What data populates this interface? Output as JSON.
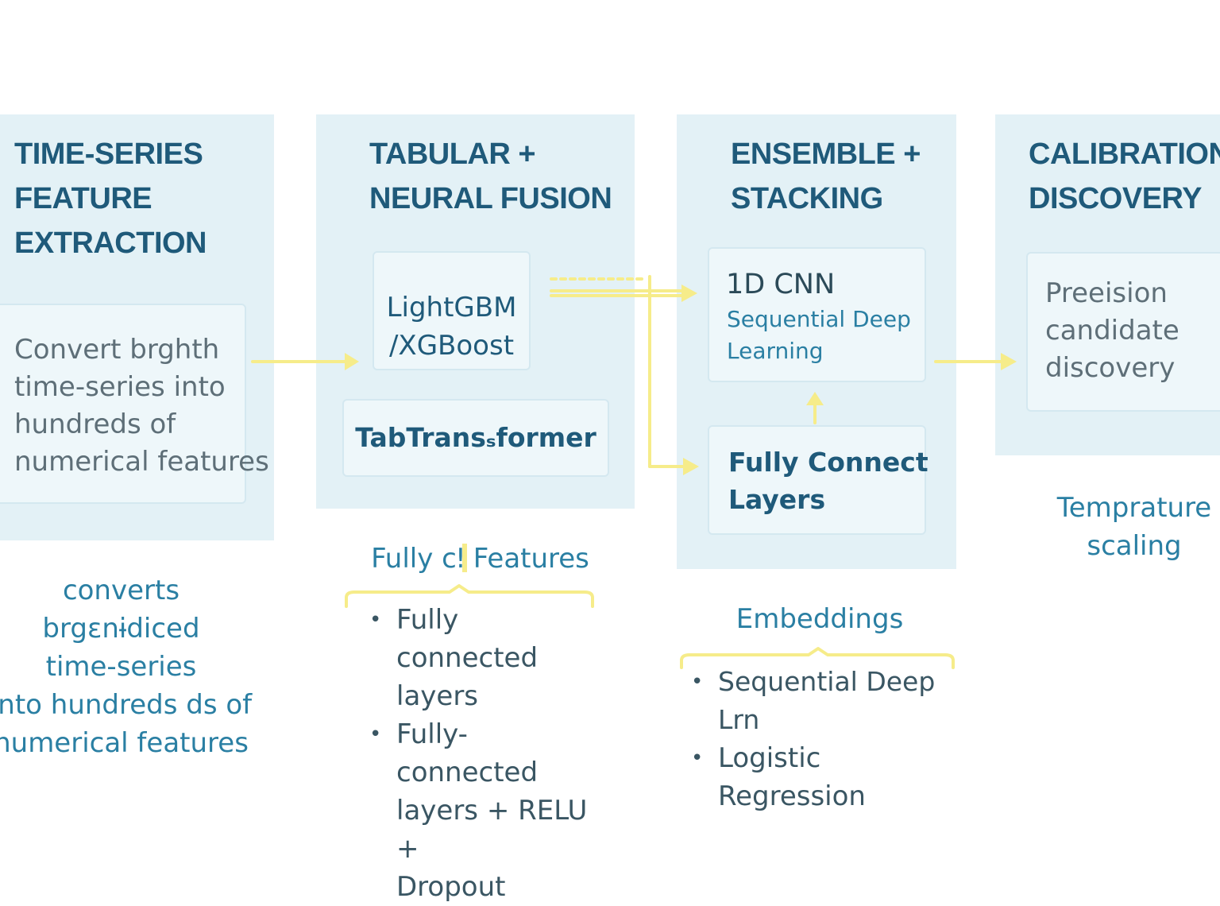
{
  "colors": {
    "panel": "#e3f1f6",
    "card": "#eef7fa",
    "title": "#1f5a7a",
    "accent": "#2a7fa3",
    "arrow": "#f6ec8a"
  },
  "stages": [
    {
      "title": "TIME-SERIES\nFEATURE\nEXTRACTION",
      "card": "Convert brghth\ntime-series into\nhundreds of\nnumerical features",
      "caption": "converts brgɛnɨdiced\ntime-series\ninto hundreds ds of\nnumerical features"
    },
    {
      "title": "TABULAR +\nNEURAL FUSION",
      "card_gbm": "LightGBM\n/XGBoost",
      "card_tab": "TabTransₛformer",
      "caption": "Fully cǃ Features",
      "bullets": [
        "Fully connected\nlayers",
        "Fully-connected\nlayers + RELU +\nDropout"
      ]
    },
    {
      "title": "ENSEMBLE +\nSTACKING",
      "card_cnn_title": "1D CNN",
      "card_cnn_sub": "Sequential Deep\nLearning",
      "card_fc": "Fully Connect\nLayers",
      "caption": "Embeddings",
      "bullets": [
        "Sequential Deep Lrn",
        "Logistic\nRegression"
      ]
    },
    {
      "title": "CALIBRATION\nDISCOVERY",
      "card": "Preeision\ncandidate\ndiscovery",
      "caption": "Temprature\nscaling"
    }
  ],
  "bullet_glyph": "•"
}
